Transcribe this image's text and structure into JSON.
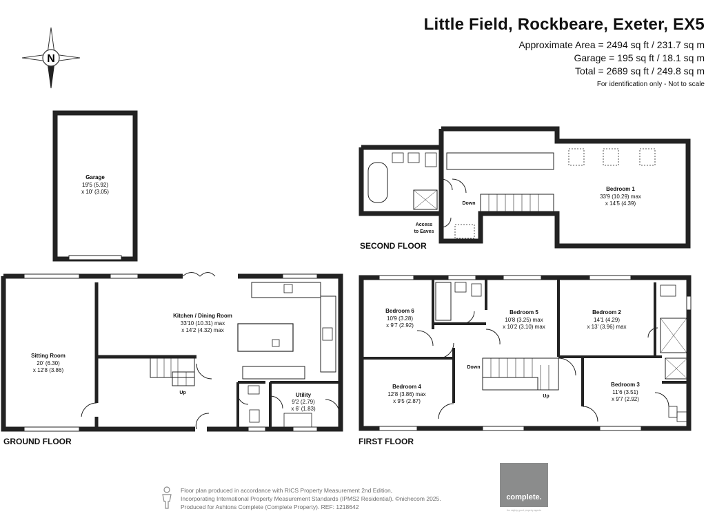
{
  "header": {
    "address": "Little Field, Rockbeare, Exeter, EX5",
    "area_lines": [
      "Approximate Area = 2494 sq ft / 231.7 sq m",
      "Garage = 195 sq ft / 18.1 sq m",
      "Total = 2689 sq ft / 249.8 sq m"
    ],
    "disclaimer": "For identification only - Not to scale"
  },
  "compass": {
    "letter": "N"
  },
  "floors": {
    "ground": "GROUND FLOOR",
    "first": "FIRST FLOOR",
    "second": "SECOND FLOOR"
  },
  "rooms": {
    "garage": {
      "name": "Garage",
      "dims": [
        "19'5 (5.92)",
        "x 10' (3.05)"
      ]
    },
    "sitting": {
      "name": "Sitting Room",
      "dims": [
        "20' (6.30)",
        "x 12'8 (3.86)"
      ]
    },
    "kitchen": {
      "name": "Kitchen / Dining Room",
      "dims": [
        "33'10 (10.31) max",
        "x 14'2 (4.32) max"
      ]
    },
    "utility": {
      "name": "Utility",
      "dims": [
        "9'2 (2.79)",
        "x 6' (1.83)"
      ]
    },
    "bed1": {
      "name": "Bedroom 1",
      "dims": [
        "33'9 (10.29) max",
        "x 14'5 (4.39)"
      ]
    },
    "bed2": {
      "name": "Bedroom 2",
      "dims": [
        "14'1 (4.29)",
        "x 13' (3.96) max"
      ]
    },
    "bed3": {
      "name": "Bedroom 3",
      "dims": [
        "11'6 (3.51)",
        "x 9'7 (2.92)"
      ]
    },
    "bed4": {
      "name": "Bedroom 4",
      "dims": [
        "12'8 (3.86) max",
        "x 9'5 (2.87)"
      ]
    },
    "bed5": {
      "name": "Bedroom 5",
      "dims": [
        "10'8 (3.25) max",
        "x 10'2 (3.10) max"
      ]
    },
    "bed6": {
      "name": "Bedroom 6",
      "dims": [
        "10'9 (3.28)",
        "x 9'7 (2.92)"
      ]
    }
  },
  "labels": {
    "up": "Up",
    "down": "Down",
    "eaves": [
      "Access",
      "to Eaves"
    ]
  },
  "footer": {
    "lines": [
      "Floor plan produced in accordance with RICS Property Measurement 2nd Edition,",
      "Incorporating International Property Measurement Standards (IPMS2 Residential).  ©nichecom 2025.",
      "Produced for Ashtons Complete (Complete Property).   REF: 1218642"
    ],
    "logo": "complete.",
    "logo_tagline": "the mighty good property agents"
  }
}
